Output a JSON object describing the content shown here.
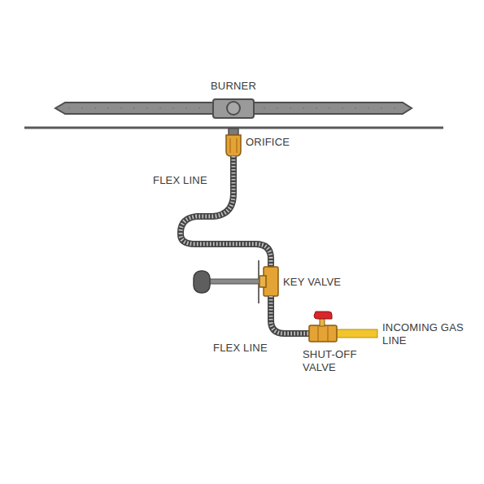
{
  "diagram": {
    "labels": [
      "BURNER",
      "ORIFICE",
      "FLEX LINE",
      "KEY VALVE",
      "FLEX LINE",
      "INCOMING GAS LINE",
      "SHUT-OFF VALVE"
    ]
  }
}
